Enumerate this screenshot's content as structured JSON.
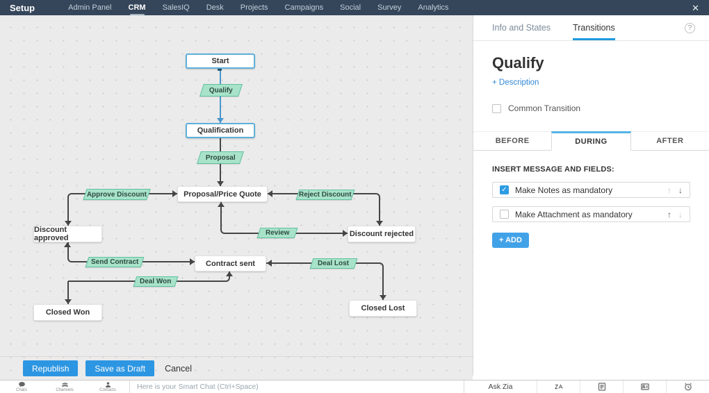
{
  "topbar": {
    "brand": "Setup",
    "items": [
      "Admin Panel",
      "CRM",
      "SalesIQ",
      "Desk",
      "Projects",
      "Campaigns",
      "Social",
      "Survey",
      "Analytics"
    ],
    "active": "CRM"
  },
  "flow": {
    "states": {
      "start": "Start",
      "qualification": "Qualification",
      "proposal_price_quote": "Proposal/Price Quote",
      "discount_approved": "Discount approved",
      "discount_rejected": "Discount rejected",
      "contract_sent": "Contract sent",
      "closed_won": "Closed Won",
      "closed_lost": "Closed Lost"
    },
    "transitions": {
      "qualify": "Qualify",
      "proposal": "Proposal",
      "approve_discount": "Approve Discount",
      "reject_discount": "Reject Discount",
      "review": "Review",
      "send_contract": "Send Contract",
      "deal_won": "Deal Won",
      "deal_lost": "Deal Lost"
    }
  },
  "actions": {
    "republish": "Republish",
    "save_as_draft": "Save as Draft",
    "cancel": "Cancel"
  },
  "panel": {
    "tabs": {
      "info": "Info and States",
      "transitions": "Transitions"
    },
    "active_tab": "Transitions",
    "title": "Qualify",
    "description_link": "+ Description",
    "common_transition_label": "Common Transition",
    "common_transition_checked": false,
    "subtabs": {
      "before": "BEFORE",
      "during": "DURING",
      "after": "AFTER"
    },
    "active_subtab": "DURING",
    "section_heading": "INSERT MESSAGE AND FIELDS:",
    "items": [
      {
        "label": "Make Notes as mandatory",
        "checked": true
      },
      {
        "label": "Make Attachment as mandatory",
        "checked": false
      }
    ],
    "add_button": "+ ADD"
  },
  "chatbar": {
    "shortcuts": [
      "Chats",
      "Channels",
      "Contacts"
    ],
    "placeholder": "Here is your Smart Chat (Ctrl+Space)",
    "ask_zia": "Ask Zia"
  },
  "colors": {
    "topbar_bg": "#35465a",
    "accent_blue": "#2d96e2",
    "tab_underline": "#1f9ae0",
    "mint_fill": "#a8e3c9",
    "mint_border": "#5fc1a2",
    "state_border_blue": "#5fb0da",
    "connector": "#454545",
    "connector_blue": "#4a97cc"
  }
}
